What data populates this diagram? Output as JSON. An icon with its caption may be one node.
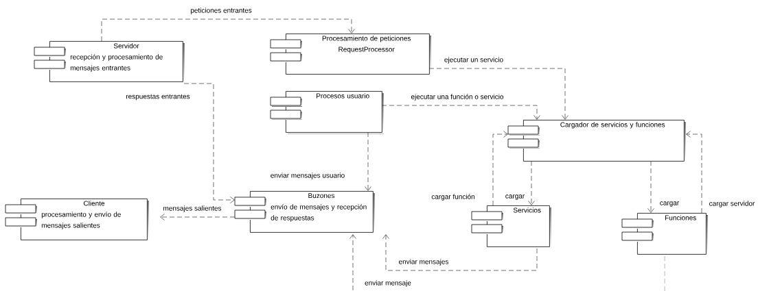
{
  "diagram": {
    "nodes": [
      {
        "text": [
          "Servidor",
          "recepción y procesamiento de mensajes entrantes"
        ]
      },
      {
        "text": [
          "Procesamiento de peticiones RequestProcessor"
        ]
      },
      {
        "text": [
          "Procesos usuario"
        ]
      },
      {
        "text": [
          "Cargador de servicios y funciones"
        ]
      },
      {
        "text": [
          "Cliente",
          "procesamiento y envío de mensajes salientes"
        ]
      },
      {
        "text": [
          "Buzones",
          "envío de mensajes y recepción de respuestas"
        ]
      },
      {
        "text": [
          "Servicios"
        ]
      },
      {
        "text": [
          "Funciones"
        ]
      }
    ],
    "edges": [
      {
        "from": 0,
        "to": 1,
        "arrow": "to",
        "style": "dashed",
        "label": "peticiones entrantes"
      },
      {
        "from": 0,
        "to": 5,
        "arrow": "to",
        "style": "dashed",
        "label": "respuestas entrantes"
      },
      {
        "from": 1,
        "to": 3,
        "arrow": "to",
        "style": "dashed",
        "label": "ejecutar un servicio"
      },
      {
        "from": 2,
        "to": 3,
        "arrow": "to",
        "style": "dashed",
        "label": "ejecutar una función o servicio"
      },
      {
        "from": 2,
        "to": 5,
        "arrow": "to",
        "style": "dashed",
        "label": "enviar mensajes usuario"
      },
      {
        "from": 5,
        "to": 4,
        "arrow": "to",
        "style": "dashed",
        "label": "mensajes salientes"
      },
      {
        "from": 3,
        "to": 6,
        "arrow": "to",
        "style": "dashed",
        "label": "cargar"
      },
      {
        "from": 3,
        "to": 7,
        "arrow": "to",
        "style": "dashed",
        "label": "cargar"
      },
      {
        "from": 6,
        "to": 3,
        "arrow": "to",
        "style": "dashed",
        "label": "cargar función"
      },
      {
        "from": 7,
        "to": 3,
        "arrow": "to",
        "style": "dashed",
        "label": "cargar servidor"
      },
      {
        "from": 6,
        "to": 5,
        "arrow": "to",
        "style": "dashed",
        "label": "enviar mensajes"
      },
      {
        "from": null,
        "to": 5,
        "arrow": "to",
        "style": "dashed",
        "label": "enviar mensaje"
      },
      {
        "from": 7,
        "to": null,
        "arrow": "none",
        "style": "dashed"
      }
    ]
  }
}
